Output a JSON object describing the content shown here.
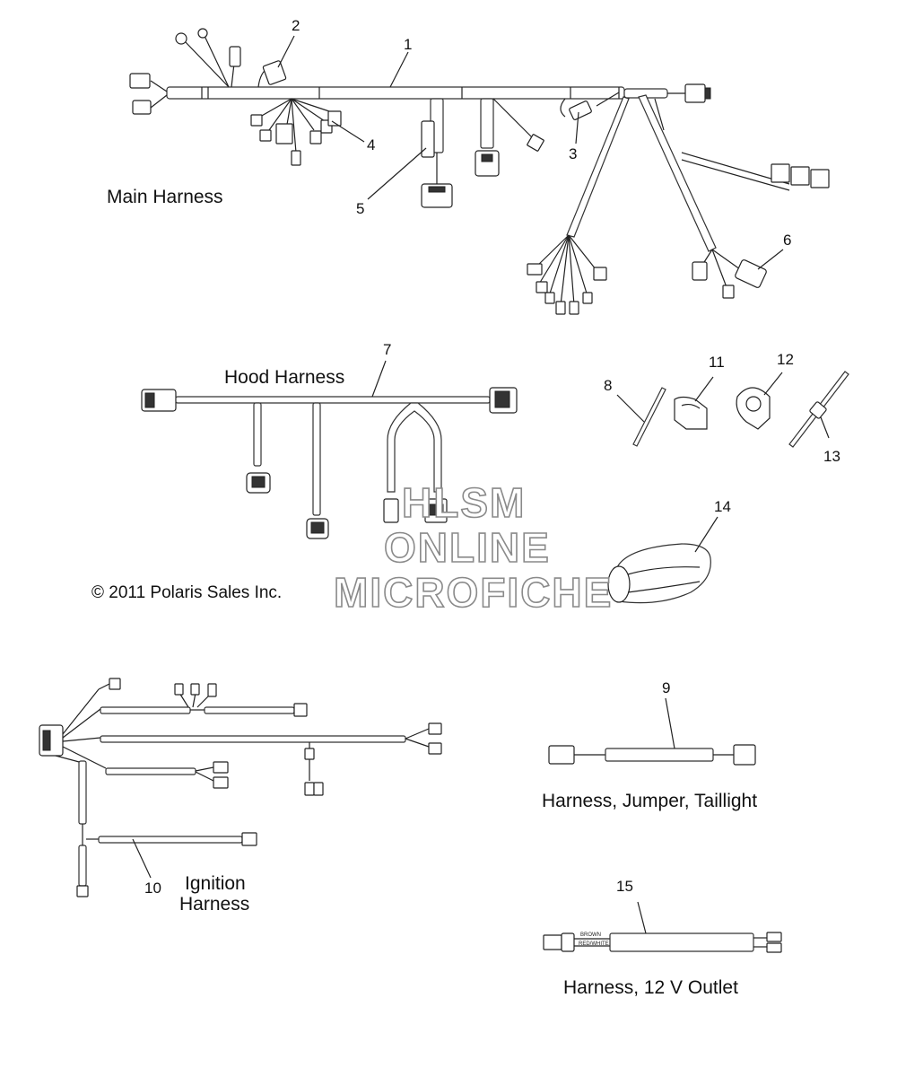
{
  "callouts": [
    "1",
    "2",
    "3",
    "4",
    "5",
    "6",
    "7",
    "8",
    "9",
    "10",
    "11",
    "12",
    "13",
    "14",
    "15"
  ],
  "titles": {
    "main_harness": "Main Harness",
    "hood_harness": "Hood Harness",
    "ignition_line1": "Ignition",
    "ignition_line2": "Harness",
    "jumper_taillight": "Harness, Jumper, Taillight",
    "outlet_12v": "Harness, 12 V Outlet"
  },
  "copyright": "© 2011 Polaris Sales Inc.",
  "watermark": {
    "line1": "HLSM",
    "line2": "ONLINE",
    "line3": "MICROFICHE"
  },
  "wire_labels": {
    "brown": "BROWN",
    "red_white": "RED/WHITE"
  }
}
